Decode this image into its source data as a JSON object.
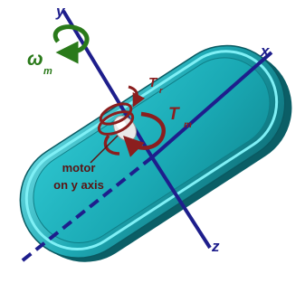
{
  "labels": {
    "axis_x": "x",
    "axis_y": "y",
    "axis_z": "z",
    "omega_symbol": "ω",
    "omega_subscript": "m",
    "torque_r_symbol": "T",
    "torque_r_subscript": "r",
    "torque_m_symbol": "T",
    "torque_m_subscript": "m",
    "motor_note_line1": "motor",
    "motor_note_line2": "on y axis"
  },
  "colors": {
    "body_outer": "#1aa6b2",
    "body_rim": "#5ae3ee",
    "body_inner": "#1fb5c0",
    "axes": "#1e1e8c",
    "omega": "#2a7a1a",
    "torque": "#8b1e1e"
  },
  "icons": {
    "omega_rotation": "curved-arrow-icon",
    "torque_arrows": "circular-arrow-icon",
    "motor": "motor-icon"
  }
}
